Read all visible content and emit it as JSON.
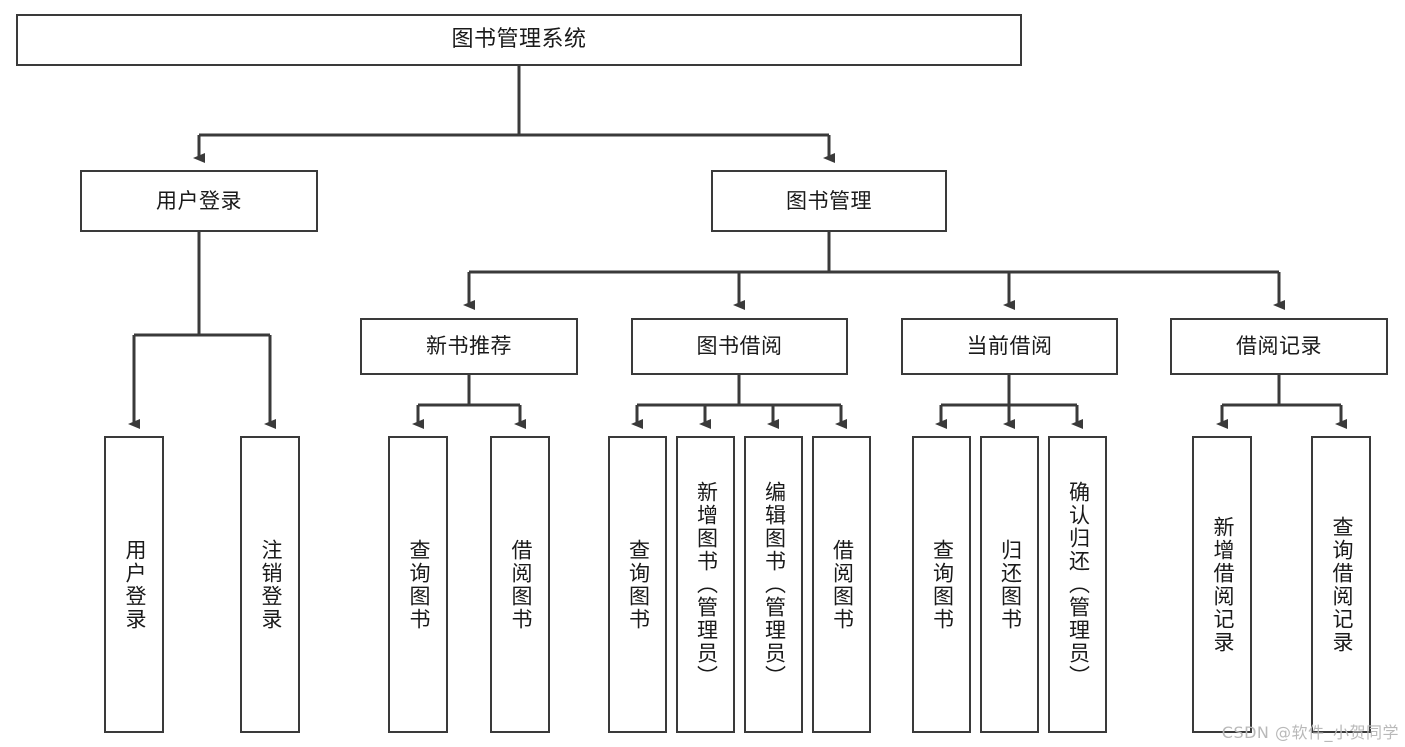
{
  "diagram": {
    "title": "图书管理系统",
    "watermark": "CSDN @软件_小贺同学",
    "line_color": "#3a3a3a",
    "text_color": "#1a1a1a",
    "background": "#ffffff"
  },
  "nodes": {
    "root": {
      "label": "图书管理系统"
    },
    "level2": [
      {
        "label": "用户登录"
      },
      {
        "label": "图书管理"
      }
    ],
    "level3": [
      {
        "label": "新书推荐"
      },
      {
        "label": "图书借阅"
      },
      {
        "label": "当前借阅"
      },
      {
        "label": "借阅记录"
      }
    ],
    "leaves": {
      "user_login": [
        {
          "label": "用户登录"
        },
        {
          "label": "注销登录"
        }
      ],
      "new_book": [
        {
          "label": "查询图书"
        },
        {
          "label": "借阅图书"
        }
      ],
      "book_borrow": [
        {
          "label": "查询图书"
        },
        {
          "label": "新增图书（管理员）"
        },
        {
          "label": "编辑图书（管理员）"
        },
        {
          "label": "借阅图书"
        }
      ],
      "current_borrow": [
        {
          "label": "查询图书"
        },
        {
          "label": "归还图书"
        },
        {
          "label": "确认归还（管理员）"
        }
      ],
      "borrow_record": [
        {
          "label": "新增借阅记录"
        },
        {
          "label": "查询借阅记录"
        }
      ]
    }
  }
}
